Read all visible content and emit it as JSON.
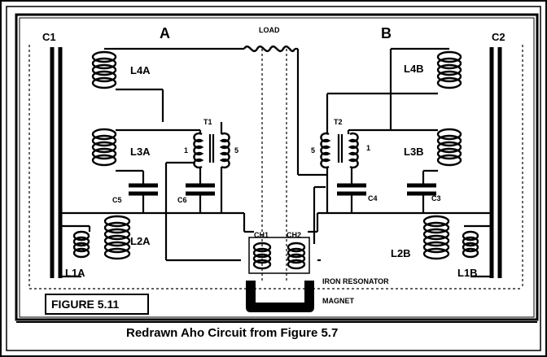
{
  "labels": {
    "section_a": "A",
    "section_b": "B",
    "load": "LOAD",
    "c1": "C1",
    "c2": "C2",
    "l4a": "L4A",
    "l4b": "L4B",
    "l3a": "L3A",
    "l3b": "L3B",
    "t1": "T1",
    "t2": "T2",
    "t1_pin_left": "1",
    "t1_pin_right": "5",
    "t2_pin_left": "5",
    "t2_pin_right": "1",
    "c5": "C5",
    "c6": "C6",
    "c4": "C4",
    "c3": "C3",
    "l2a": "L2A",
    "l2b": "L2B",
    "l1a": "L1A",
    "l1b": "L1B",
    "ch1": "CH1",
    "ch2": "CH2",
    "iron_resonator": "IRON RESONATOR",
    "magnet": "MAGNET"
  },
  "figure_label": "FIGURE 5.11",
  "caption": "Redrawn Aho Circuit from Figure 5.7"
}
